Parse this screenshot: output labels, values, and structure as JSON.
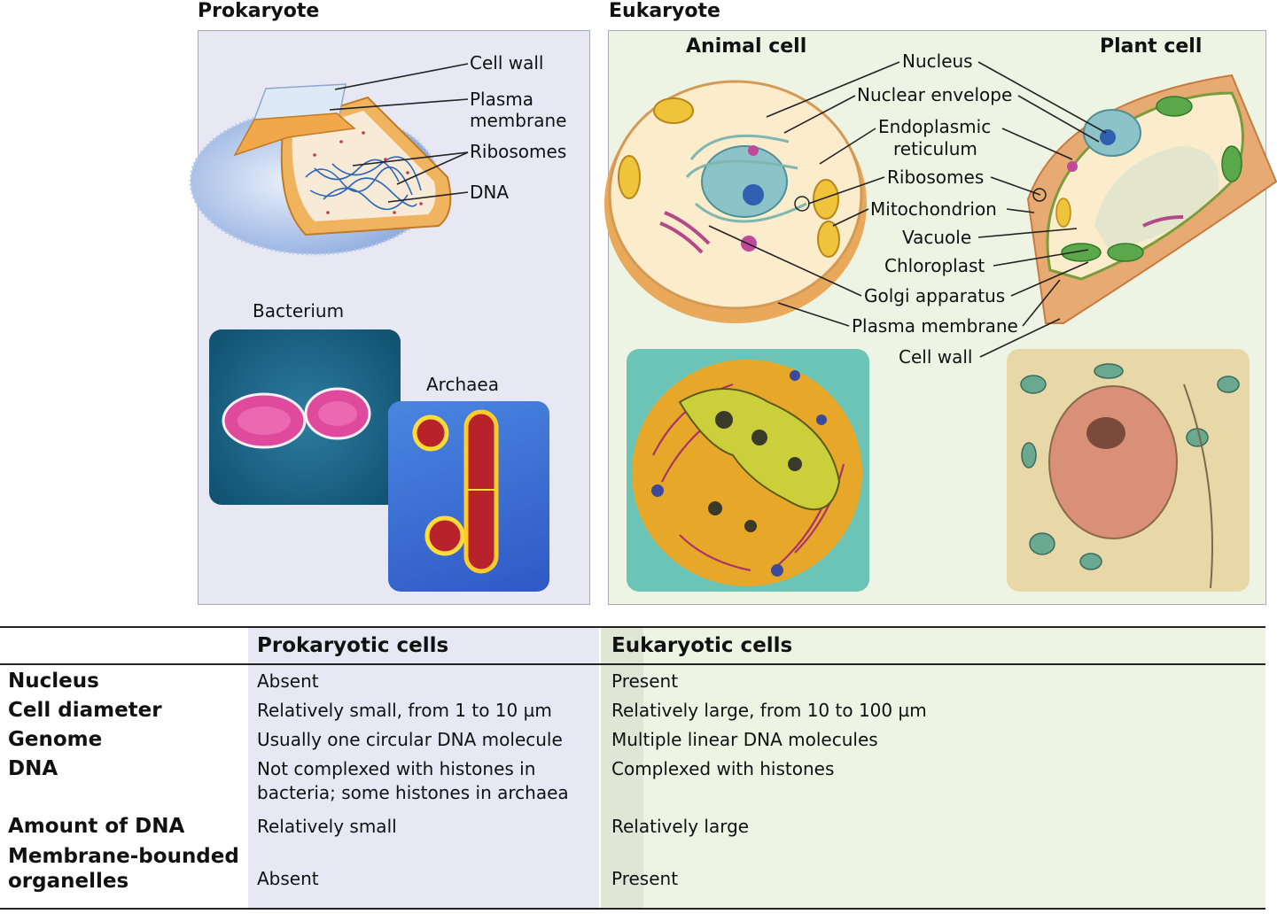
{
  "headings": {
    "prokaryote": "Prokaryote",
    "eukaryote": "Eukaryote",
    "animal_cell": "Animal cell",
    "plant_cell": "Plant cell"
  },
  "prokaryote_labels": {
    "cell_wall": "Cell wall",
    "plasma_membrane_1": "Plasma",
    "plasma_membrane_2": "membrane",
    "ribosomes": "Ribosomes",
    "dna": "DNA",
    "bacterium": "Bacterium",
    "archaea": "Archaea"
  },
  "eukaryote_labels": {
    "nucleus": "Nucleus",
    "nuclear_envelope": "Nuclear envelope",
    "er_1": "Endoplasmic",
    "er_2": "reticulum",
    "ribosomes": "Ribosomes",
    "mitochondrion": "Mitochondrion",
    "vacuole": "Vacuole",
    "chloroplast": "Chloroplast",
    "golgi": "Golgi apparatus",
    "plasma_membrane": "Plasma membrane",
    "cell_wall": "Cell wall"
  },
  "table": {
    "col_headers": {
      "prokaryotic": "Prokaryotic cells",
      "eukaryotic": "Eukaryotic cells"
    },
    "rows": [
      {
        "feature": "Nucleus",
        "pro": "Absent",
        "eu": "Present"
      },
      {
        "feature": "Cell diameter",
        "pro": "Relatively small, from 1 to 10 µm",
        "eu": "Relatively large, from 10 to 100 µm"
      },
      {
        "feature": "Genome",
        "pro": "Usually one circular DNA molecule",
        "eu": "Multiple linear DNA molecules"
      },
      {
        "feature": "DNA",
        "pro_1": "Not complexed with histones in",
        "pro_2": "bacteria; some histones in archaea",
        "eu": "Complexed with histones"
      },
      {
        "feature": "Amount of DNA",
        "pro": "Relatively small",
        "eu": "Relatively large"
      },
      {
        "feature_1": "Membrane-bounded",
        "feature_2": "organelles",
        "pro": "Absent",
        "eu": "Present"
      }
    ]
  }
}
